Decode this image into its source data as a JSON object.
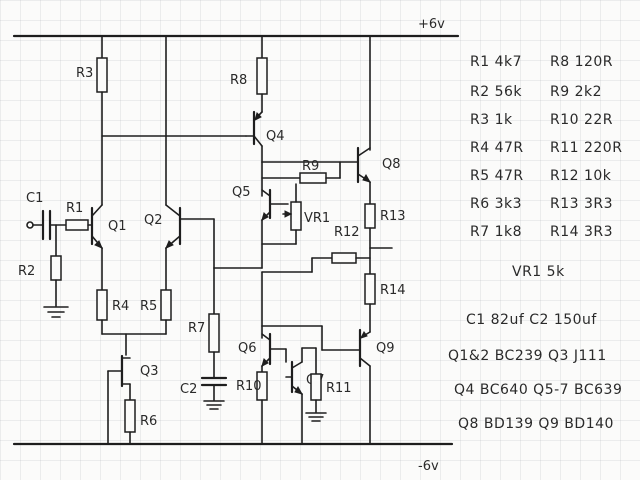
{
  "rails": {
    "positive": "+6v",
    "negative": "-6v"
  },
  "components": {
    "R1": "R1",
    "R2": "R2",
    "R3": "R3",
    "R4": "R4",
    "R5": "R5",
    "R6": "R6",
    "R7": "R7",
    "R8": "R8",
    "R9": "R9",
    "R10": "R10",
    "R11": "R11",
    "R12": "R12",
    "R13": "R13",
    "R14": "R14",
    "VR1": "VR1",
    "C1": "C1",
    "C2": "C2",
    "Q1": "Q1",
    "Q2": "Q2",
    "Q3": "Q3",
    "Q4": "Q4",
    "Q5": "Q5",
    "Q6": "Q6",
    "Q7": "Q7",
    "Q8": "Q8",
    "Q9": "Q9"
  },
  "parts_list": {
    "resistors_left": [
      "R1 4k7",
      "R2 56k",
      "R3 1k",
      "R4 47R",
      "R5 47R",
      "R6 3k3",
      "R7 1k8"
    ],
    "resistors_right": [
      "R8 120R",
      "R9 2k2",
      "R10 22R",
      "R11 220R",
      "R12 10k",
      "R13 3R3",
      "R14 3R3"
    ],
    "pot": "VR1 5k",
    "capacitors": "C1 82uf  C2 150uf",
    "transistors": [
      "Q1&2 BC239  Q3 J111",
      "Q4 BC640  Q5-7 BC639",
      "Q8 BD139  Q9 BD140"
    ]
  }
}
